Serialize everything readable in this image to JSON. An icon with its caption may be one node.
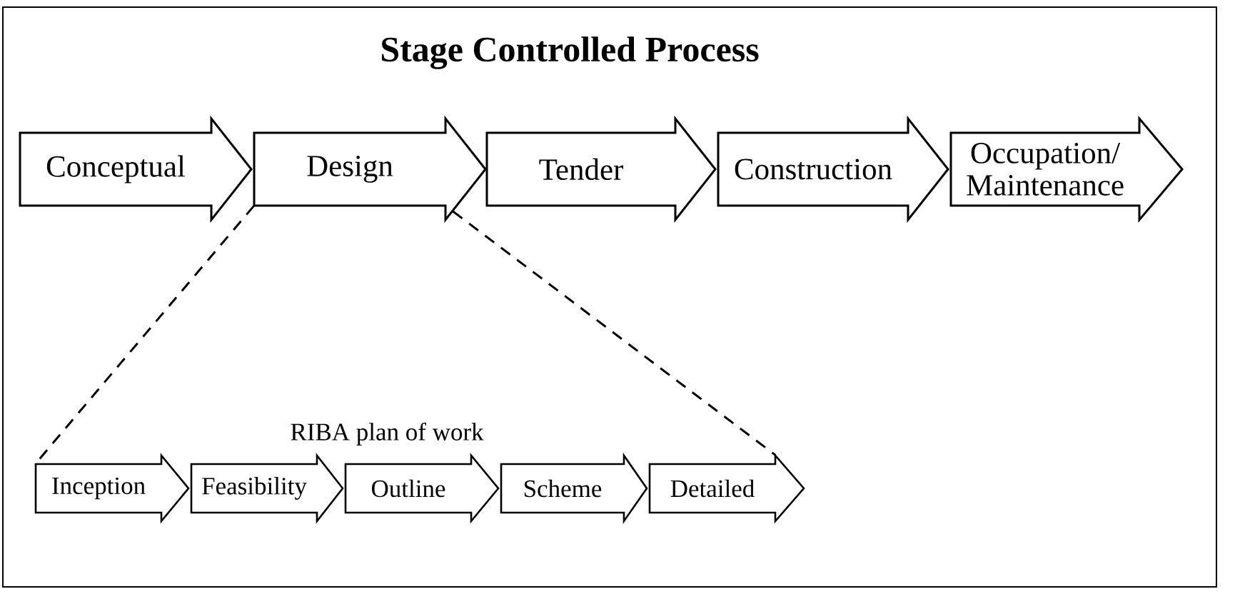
{
  "diagram": {
    "title": "Stage Controlled Process",
    "nodes": [
      {
        "text": [
          "Conceptual"
        ]
      },
      {
        "text": [
          "Design"
        ]
      },
      {
        "text": [
          "Tender"
        ]
      },
      {
        "text": [
          "Construction"
        ]
      },
      {
        "text": [
          "Occupation/ Maintenance"
        ]
      },
      {
        "text": [
          "Inception"
        ]
      },
      {
        "text": [
          "Feasibility"
        ]
      },
      {
        "text": [
          "Outline"
        ]
      },
      {
        "text": [
          "Scheme"
        ]
      },
      {
        "text": [
          "Detailed"
        ]
      }
    ],
    "edges": [
      {
        "from": 1,
        "to": 5,
        "arrow": "none",
        "style": "dashed"
      },
      {
        "from": 1,
        "to": 9,
        "arrow": "none",
        "style": "dashed"
      }
    ],
    "labels": [
      "RIBA plan of work"
    ]
  }
}
